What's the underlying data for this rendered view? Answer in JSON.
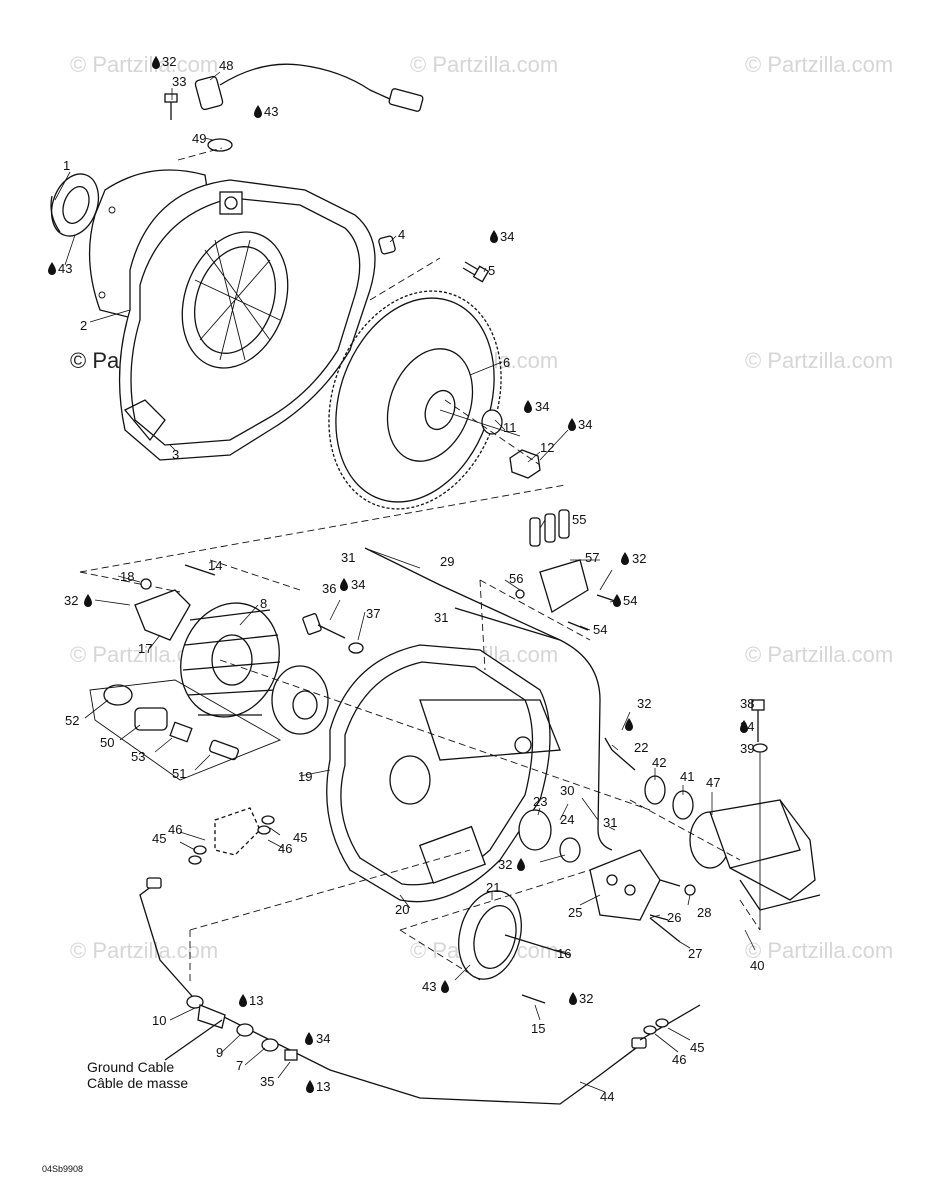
{
  "watermarks": [
    "© Partzilla.com",
    "© Partzilla.com",
    "© Partzilla.com",
    "© Partzilla.com",
    "© Partzilla.com",
    "© Partzilla.com",
    "© Partzilla.com",
    "© Partzilla.com",
    "© Partzilla.com",
    "© Partzilla.com",
    "© Partzilla.com",
    "© Partzilla.com"
  ],
  "center_watermark": "© Partzilla.com",
  "part_labels": {
    "p1": "1",
    "p2": "2",
    "p3": "3",
    "p4": "4",
    "p5": "5",
    "p6": "6",
    "p7": "7",
    "p8": "8",
    "p9": "9",
    "p10": "10",
    "p11": "11",
    "p12": "12",
    "p13a": "13",
    "p13b": "13",
    "p14": "14",
    "p15": "15",
    "p16": "16",
    "p17": "17",
    "p18": "18",
    "p19": "19",
    "p20": "20",
    "p21": "21",
    "p22": "22",
    "p23": "23",
    "p24": "24",
    "p25": "25",
    "p26": "26",
    "p27": "27",
    "p28": "28",
    "p29": "29",
    "p30": "30",
    "p31a": "31",
    "p31b": "31",
    "p31c": "31",
    "p32a": "32",
    "p32b": "32",
    "p32c": "32",
    "p32d": "32",
    "p32e": "32",
    "p32f": "32",
    "p33": "33",
    "p34a": "34",
    "p34b": "34",
    "p34c": "34",
    "p34d": "34",
    "p34e": "34",
    "p34f": "34",
    "p35": "35",
    "p36": "36",
    "p37": "37",
    "p38": "38",
    "p39": "39",
    "p40": "40",
    "p41": "41",
    "p42": "42",
    "p43a": "43",
    "p43b": "43",
    "p43c": "43",
    "p44": "44",
    "p45a": "45",
    "p45b": "45",
    "p45c": "45",
    "p46a": "46",
    "p46b": "46",
    "p46c": "46",
    "p47": "47",
    "p48": "48",
    "p49": "49",
    "p50": "50",
    "p51": "51",
    "p52": "52",
    "p53": "53",
    "p54a": "54",
    "p54b": "54",
    "p55": "55",
    "p56": "56",
    "p57": "57"
  },
  "caption": {
    "line1": "Ground Cable",
    "line2": "Câble de masse"
  },
  "drawing_code": "04Sb9908"
}
